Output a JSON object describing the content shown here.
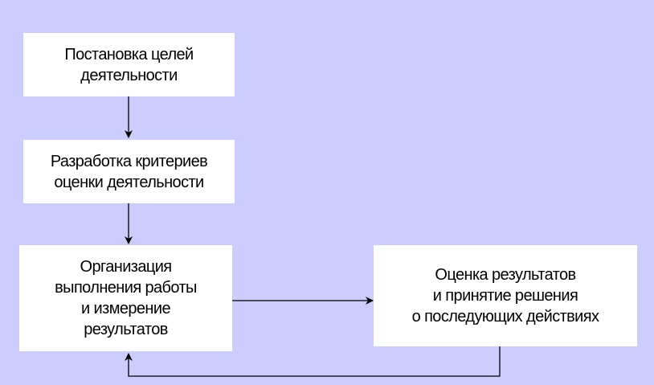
{
  "colors": {
    "background": "#ccccff",
    "box": "#ffffff",
    "line": "#000000"
  },
  "boxes": [
    {
      "lines": [
        "Постановка целей",
        "деятельности"
      ]
    },
    {
      "lines": [
        "Разработка критериев",
        "оценки деятельности"
      ]
    },
    {
      "lines": [
        "Организация",
        "выполнения работы",
        "и измерение",
        "результатов"
      ]
    },
    {
      "lines": [
        "Оценка результатов",
        "и принятие решения",
        "о последующих действиях"
      ]
    }
  ]
}
